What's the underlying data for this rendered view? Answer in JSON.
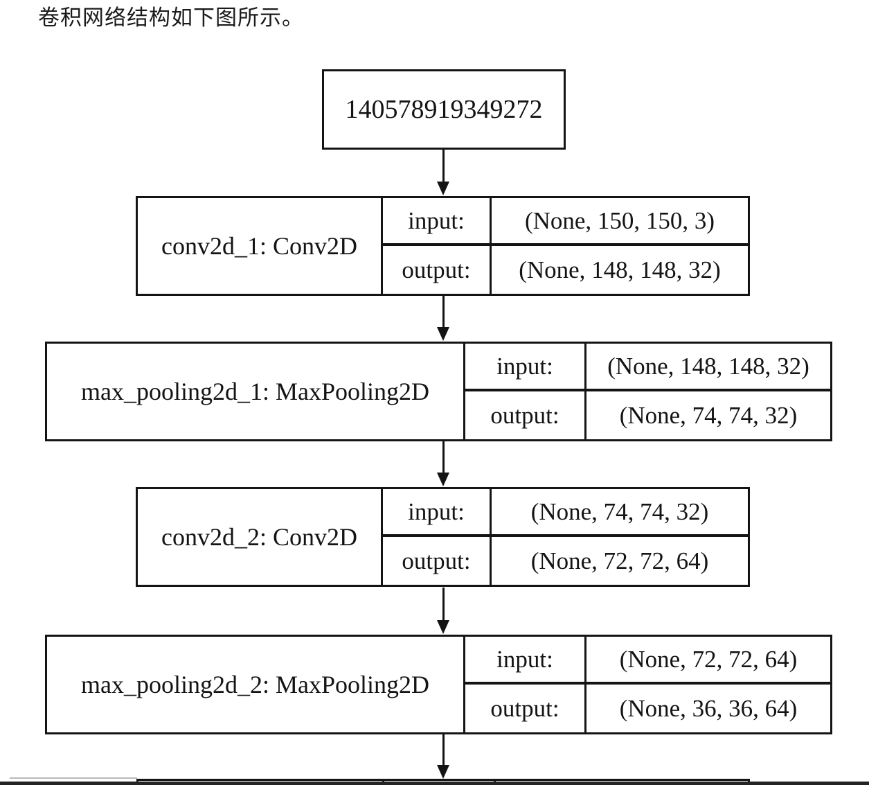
{
  "page": {
    "caption": "卷积网络结构如下图所示。"
  },
  "diagram": {
    "root_node": {
      "label": "140578919349272"
    },
    "io_labels": {
      "input": "input:",
      "output": "output:"
    },
    "layers": [
      {
        "name": "conv2d_1: Conv2D",
        "input": "(None, 150, 150, 3)",
        "output": "(None, 148, 148, 32)"
      },
      {
        "name": "max_pooling2d_1: MaxPooling2D",
        "input": "(None, 148, 148, 32)",
        "output": "(None, 74, 74, 32)"
      },
      {
        "name": "conv2d_2: Conv2D",
        "input": "(None, 74, 74, 32)",
        "output": "(None, 72, 72, 64)"
      },
      {
        "name": "max_pooling2d_2: MaxPooling2D",
        "input": "(None, 72, 72, 64)",
        "output": "(None, 36, 36, 64)"
      }
    ],
    "colors": {
      "line": "#141414",
      "background": "#ffffff",
      "bottom_bar": "#242424"
    }
  }
}
